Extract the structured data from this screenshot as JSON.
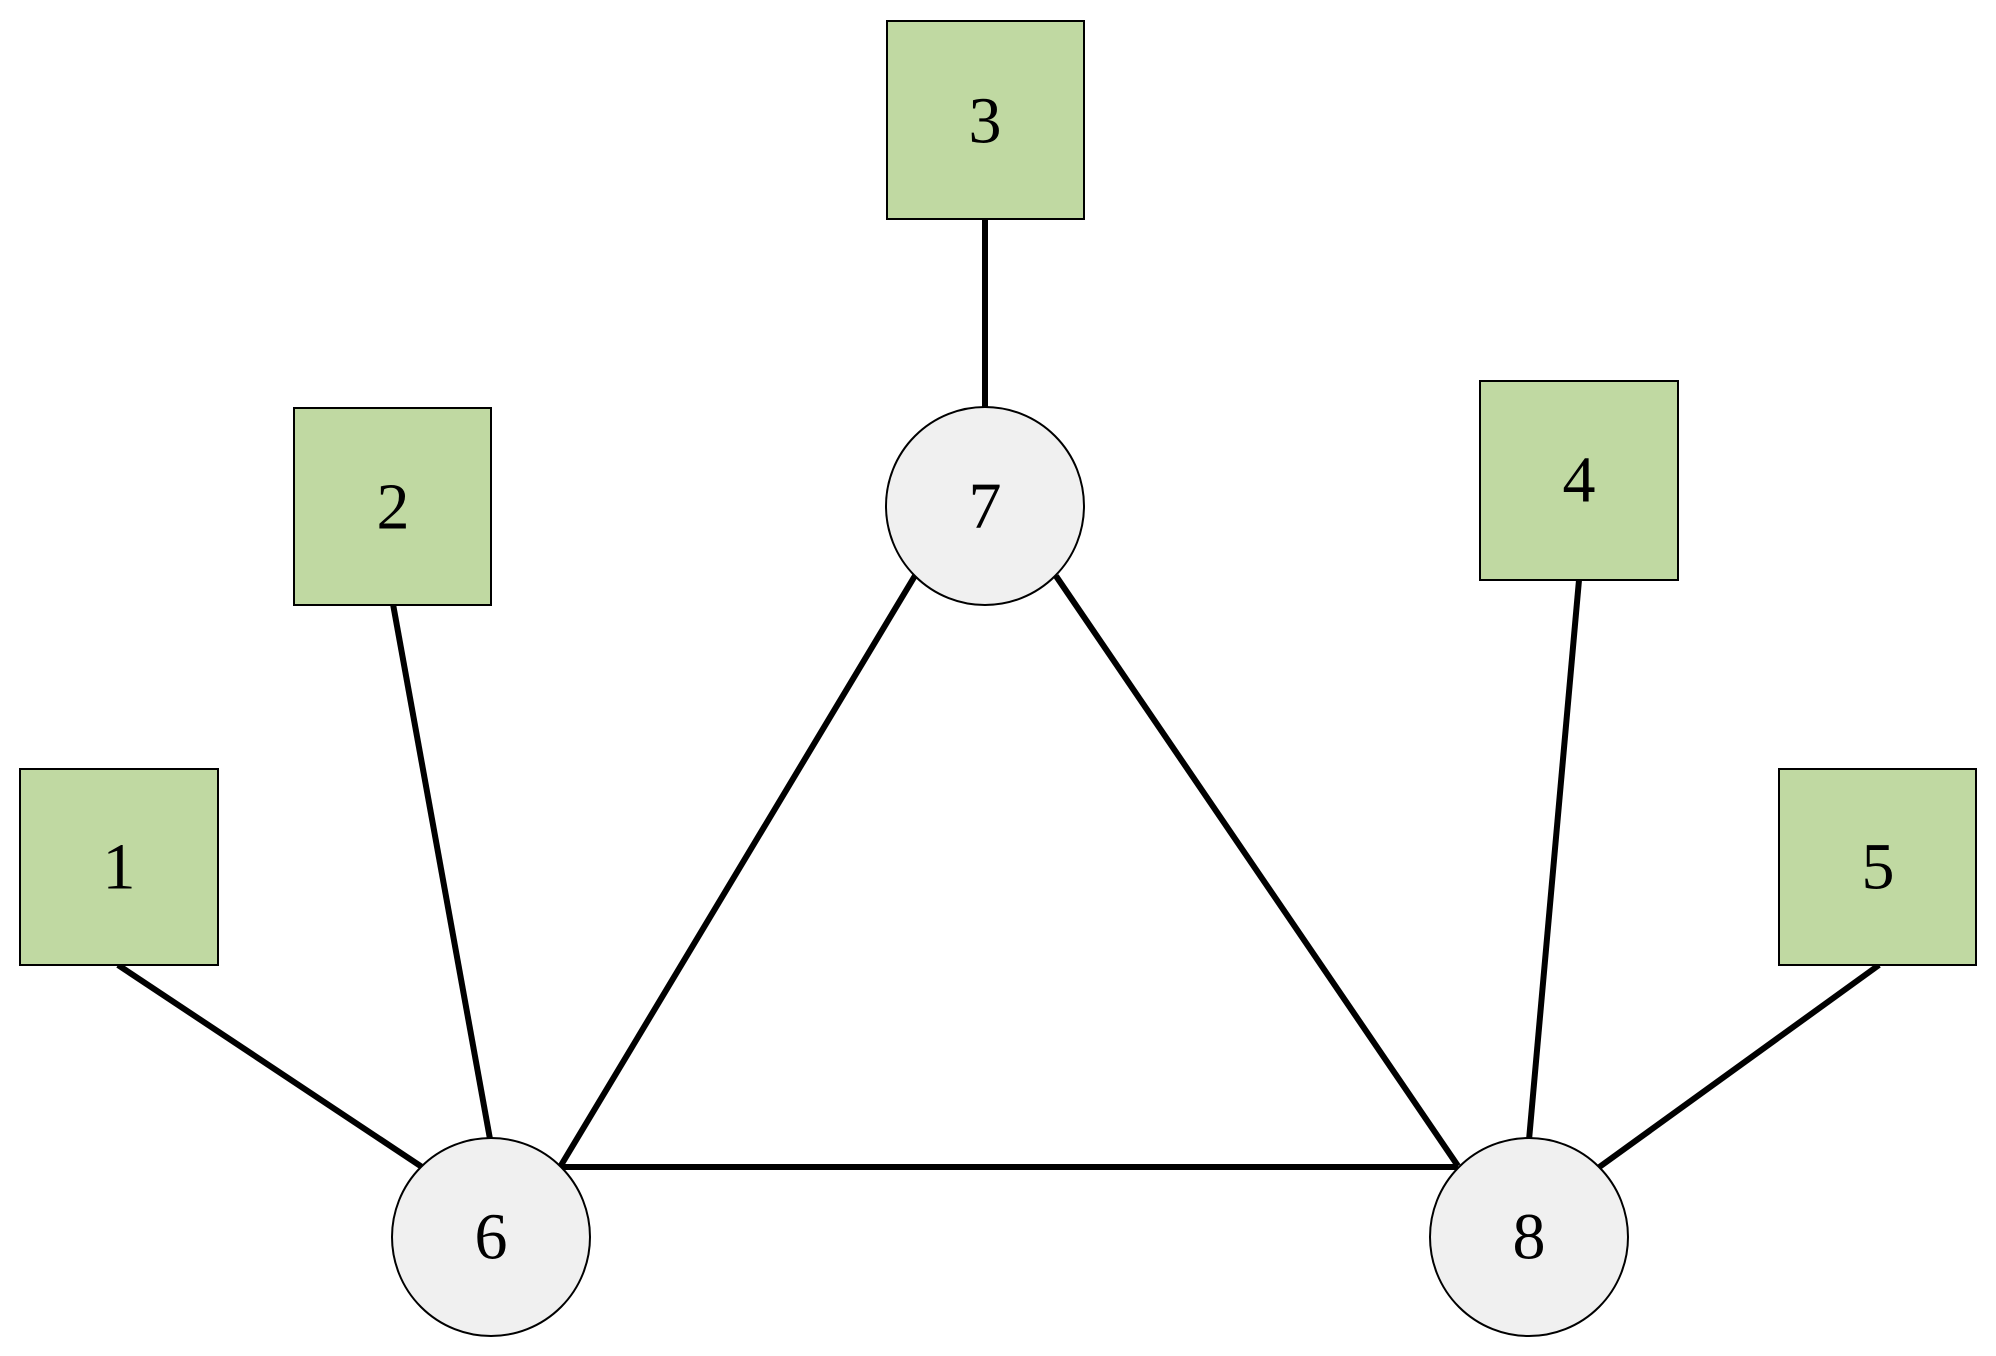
{
  "diagram": {
    "colors": {
      "box_fill": "#c0d9a2",
      "circle_fill": "#f0f0f0",
      "line": "#000000"
    },
    "nodes": [
      {
        "id": "1",
        "label": "1",
        "shape": "square"
      },
      {
        "id": "2",
        "label": "2",
        "shape": "square"
      },
      {
        "id": "3",
        "label": "3",
        "shape": "square"
      },
      {
        "id": "4",
        "label": "4",
        "shape": "square"
      },
      {
        "id": "5",
        "label": "5",
        "shape": "square"
      },
      {
        "id": "6",
        "label": "6",
        "shape": "circle"
      },
      {
        "id": "7",
        "label": "7",
        "shape": "circle"
      },
      {
        "id": "8",
        "label": "8",
        "shape": "circle"
      }
    ],
    "edges": [
      {
        "from": "1",
        "to": "6"
      },
      {
        "from": "2",
        "to": "6"
      },
      {
        "from": "3",
        "to": "7"
      },
      {
        "from": "4",
        "to": "8"
      },
      {
        "from": "5",
        "to": "8"
      },
      {
        "from": "6",
        "to": "7"
      },
      {
        "from": "7",
        "to": "8"
      },
      {
        "from": "6",
        "to": "8"
      }
    ]
  }
}
